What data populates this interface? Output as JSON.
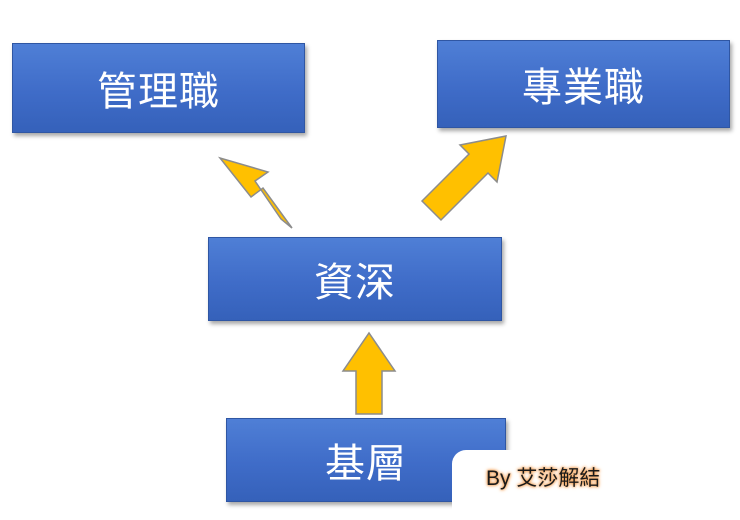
{
  "nodes": {
    "management": "管理職",
    "professional": "專業職",
    "senior": "資深",
    "base": "基層"
  },
  "credit": "By 艾莎解結",
  "colors": {
    "box": "#4472c4",
    "arrow_fill": "#ffc000",
    "arrow_stroke": "#7f7f7f"
  }
}
